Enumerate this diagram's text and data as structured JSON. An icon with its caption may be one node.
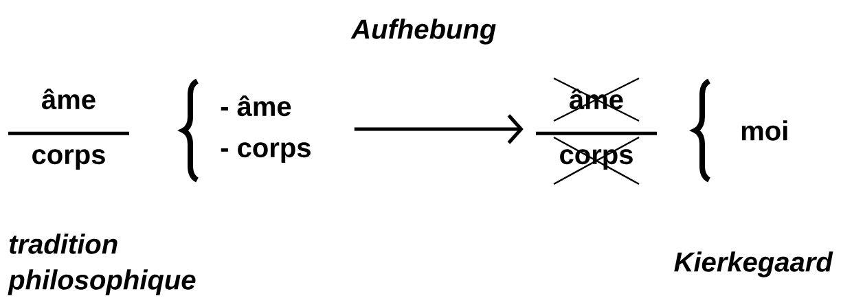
{
  "diagram": {
    "nodes": [
      {
        "text": [
          "âme",
          "corps"
        ]
      },
      {
        "text": [
          "- âme",
          "- corps"
        ]
      },
      {
        "text": [
          "âme",
          "corps"
        ]
      },
      {
        "text": [
          "moi"
        ]
      }
    ],
    "edges": [
      {
        "from": 1,
        "to": 2,
        "arrow": "to",
        "label": "Aufhebung"
      }
    ],
    "labels": [
      "tradition philosophique",
      "Kierkegaard"
    ]
  }
}
